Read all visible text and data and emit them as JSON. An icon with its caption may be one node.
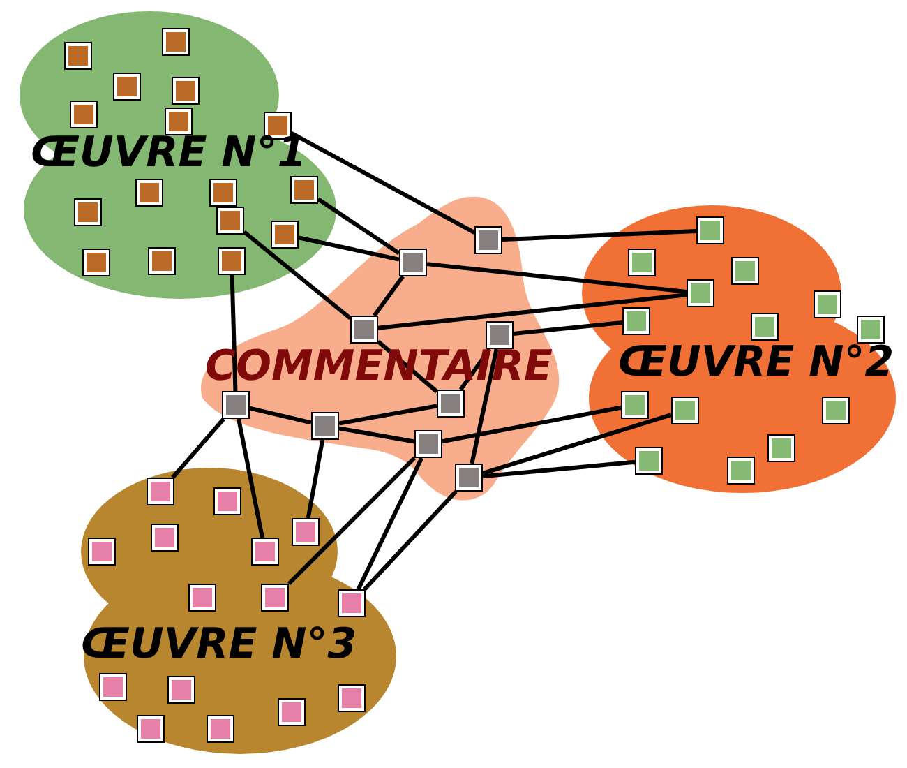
{
  "diagram": {
    "nodes": [
      {
        "text": [
          "ŒUVRE N°1"
        ]
      },
      {
        "text": [],
        "shape": "box",
        "in": 0
      },
      {
        "text": [],
        "shape": "box",
        "in": 0
      },
      {
        "text": [],
        "shape": "box",
        "in": 0
      },
      {
        "text": [],
        "shape": "box",
        "in": 0
      },
      {
        "text": [],
        "shape": "box",
        "in": 0
      },
      {
        "text": [],
        "shape": "box",
        "in": 0
      },
      {
        "text": [],
        "shape": "box",
        "in": 0
      },
      {
        "text": [],
        "shape": "box",
        "in": 0
      },
      {
        "text": [],
        "shape": "box",
        "in": 0
      },
      {
        "text": [],
        "shape": "box",
        "in": 0
      },
      {
        "text": [],
        "shape": "box",
        "in": 0
      },
      {
        "text": [],
        "shape": "box",
        "in": 0
      },
      {
        "text": [],
        "shape": "box",
        "in": 0
      },
      {
        "text": [],
        "shape": "box",
        "in": 0
      },
      {
        "text": [],
        "shape": "box",
        "in": 0
      },
      {
        "text": [],
        "shape": "box",
        "in": 0
      },
      {
        "text": [
          "COMMENTAIRE"
        ]
      },
      {
        "text": [],
        "shape": "box",
        "in": 17
      },
      {
        "text": [],
        "shape": "box",
        "in": 17
      },
      {
        "text": [],
        "shape": "box",
        "in": 17
      },
      {
        "text": [],
        "shape": "box",
        "in": 17
      },
      {
        "text": [],
        "shape": "box",
        "in": 17
      },
      {
        "text": [],
        "shape": "box",
        "in": 17
      },
      {
        "text": [],
        "shape": "box",
        "in": 17
      },
      {
        "text": [],
        "shape": "box",
        "in": 17
      },
      {
        "text": [],
        "shape": "box",
        "in": 17
      },
      {
        "text": [
          "ŒUVRE N°2"
        ]
      },
      {
        "text": [],
        "shape": "box",
        "in": 27
      },
      {
        "text": [],
        "shape": "box",
        "in": 27
      },
      {
        "text": [],
        "shape": "box",
        "in": 27
      },
      {
        "text": [],
        "shape": "box",
        "in": 27
      },
      {
        "text": [],
        "shape": "box",
        "in": 27
      },
      {
        "text": [],
        "shape": "box",
        "in": 27
      },
      {
        "text": [],
        "shape": "box",
        "in": 27
      },
      {
        "text": [],
        "shape": "box",
        "in": 27
      },
      {
        "text": [],
        "shape": "box",
        "in": 27
      },
      {
        "text": [],
        "shape": "box",
        "in": 27
      },
      {
        "text": [],
        "shape": "box",
        "in": 27
      },
      {
        "text": [],
        "shape": "box",
        "in": 27
      },
      {
        "text": [],
        "shape": "box",
        "in": 27
      },
      {
        "text": [],
        "shape": "box",
        "in": 27
      },
      {
        "text": [
          "ŒUVRE N°3"
        ]
      },
      {
        "text": [],
        "shape": "box",
        "in": 42
      },
      {
        "text": [],
        "shape": "box",
        "in": 42
      },
      {
        "text": [],
        "shape": "box",
        "in": 42
      },
      {
        "text": [],
        "shape": "box",
        "in": 42
      },
      {
        "text": [],
        "shape": "box",
        "in": 42
      },
      {
        "text": [],
        "shape": "box",
        "in": 42
      },
      {
        "text": [],
        "shape": "box",
        "in": 42
      },
      {
        "text": [],
        "shape": "box",
        "in": 42
      },
      {
        "text": [],
        "shape": "box",
        "in": 42
      },
      {
        "text": [],
        "shape": "box",
        "in": 42
      },
      {
        "text": [],
        "shape": "box",
        "in": 42
      },
      {
        "text": [],
        "shape": "box",
        "in": 42
      },
      {
        "text": [],
        "shape": "box",
        "in": 42
      },
      {
        "text": [],
        "shape": "box",
        "in": 42
      },
      {
        "text": [],
        "shape": "box",
        "in": 42
      }
    ],
    "edges": [
      {
        "from": 5,
        "to": 18,
        "arrow": "none"
      },
      {
        "from": 10,
        "to": 19,
        "arrow": "none"
      },
      {
        "from": 13,
        "to": 19,
        "arrow": "none"
      },
      {
        "from": 12,
        "to": 20,
        "arrow": "none"
      },
      {
        "from": 16,
        "to": 22,
        "arrow": "none"
      },
      {
        "from": 19,
        "to": 20,
        "arrow": "none"
      },
      {
        "from": 19,
        "to": 31,
        "arrow": "none"
      },
      {
        "from": 18,
        "to": 28,
        "arrow": "none"
      },
      {
        "from": 20,
        "to": 31,
        "arrow": "none"
      },
      {
        "from": 21,
        "to": 33,
        "arrow": "none"
      },
      {
        "from": 20,
        "to": 23,
        "arrow": "none"
      },
      {
        "from": 23,
        "to": 21,
        "arrow": "none"
      },
      {
        "from": 22,
        "to": 24,
        "arrow": "none"
      },
      {
        "from": 24,
        "to": 23,
        "arrow": "none"
      },
      {
        "from": 24,
        "to": 25,
        "arrow": "none"
      },
      {
        "from": 25,
        "to": 36,
        "arrow": "none"
      },
      {
        "from": 21,
        "to": 26,
        "arrow": "none"
      },
      {
        "from": 26,
        "to": 37,
        "arrow": "none"
      },
      {
        "from": 26,
        "to": 40,
        "arrow": "none"
      },
      {
        "from": 22,
        "to": 43,
        "arrow": "none"
      },
      {
        "from": 22,
        "to": 48,
        "arrow": "none"
      },
      {
        "from": 24,
        "to": 45,
        "arrow": "none"
      },
      {
        "from": 25,
        "to": 50,
        "arrow": "none"
      },
      {
        "from": 25,
        "to": 51,
        "arrow": "none"
      },
      {
        "from": 26,
        "to": 51,
        "arrow": "none"
      }
    ]
  }
}
